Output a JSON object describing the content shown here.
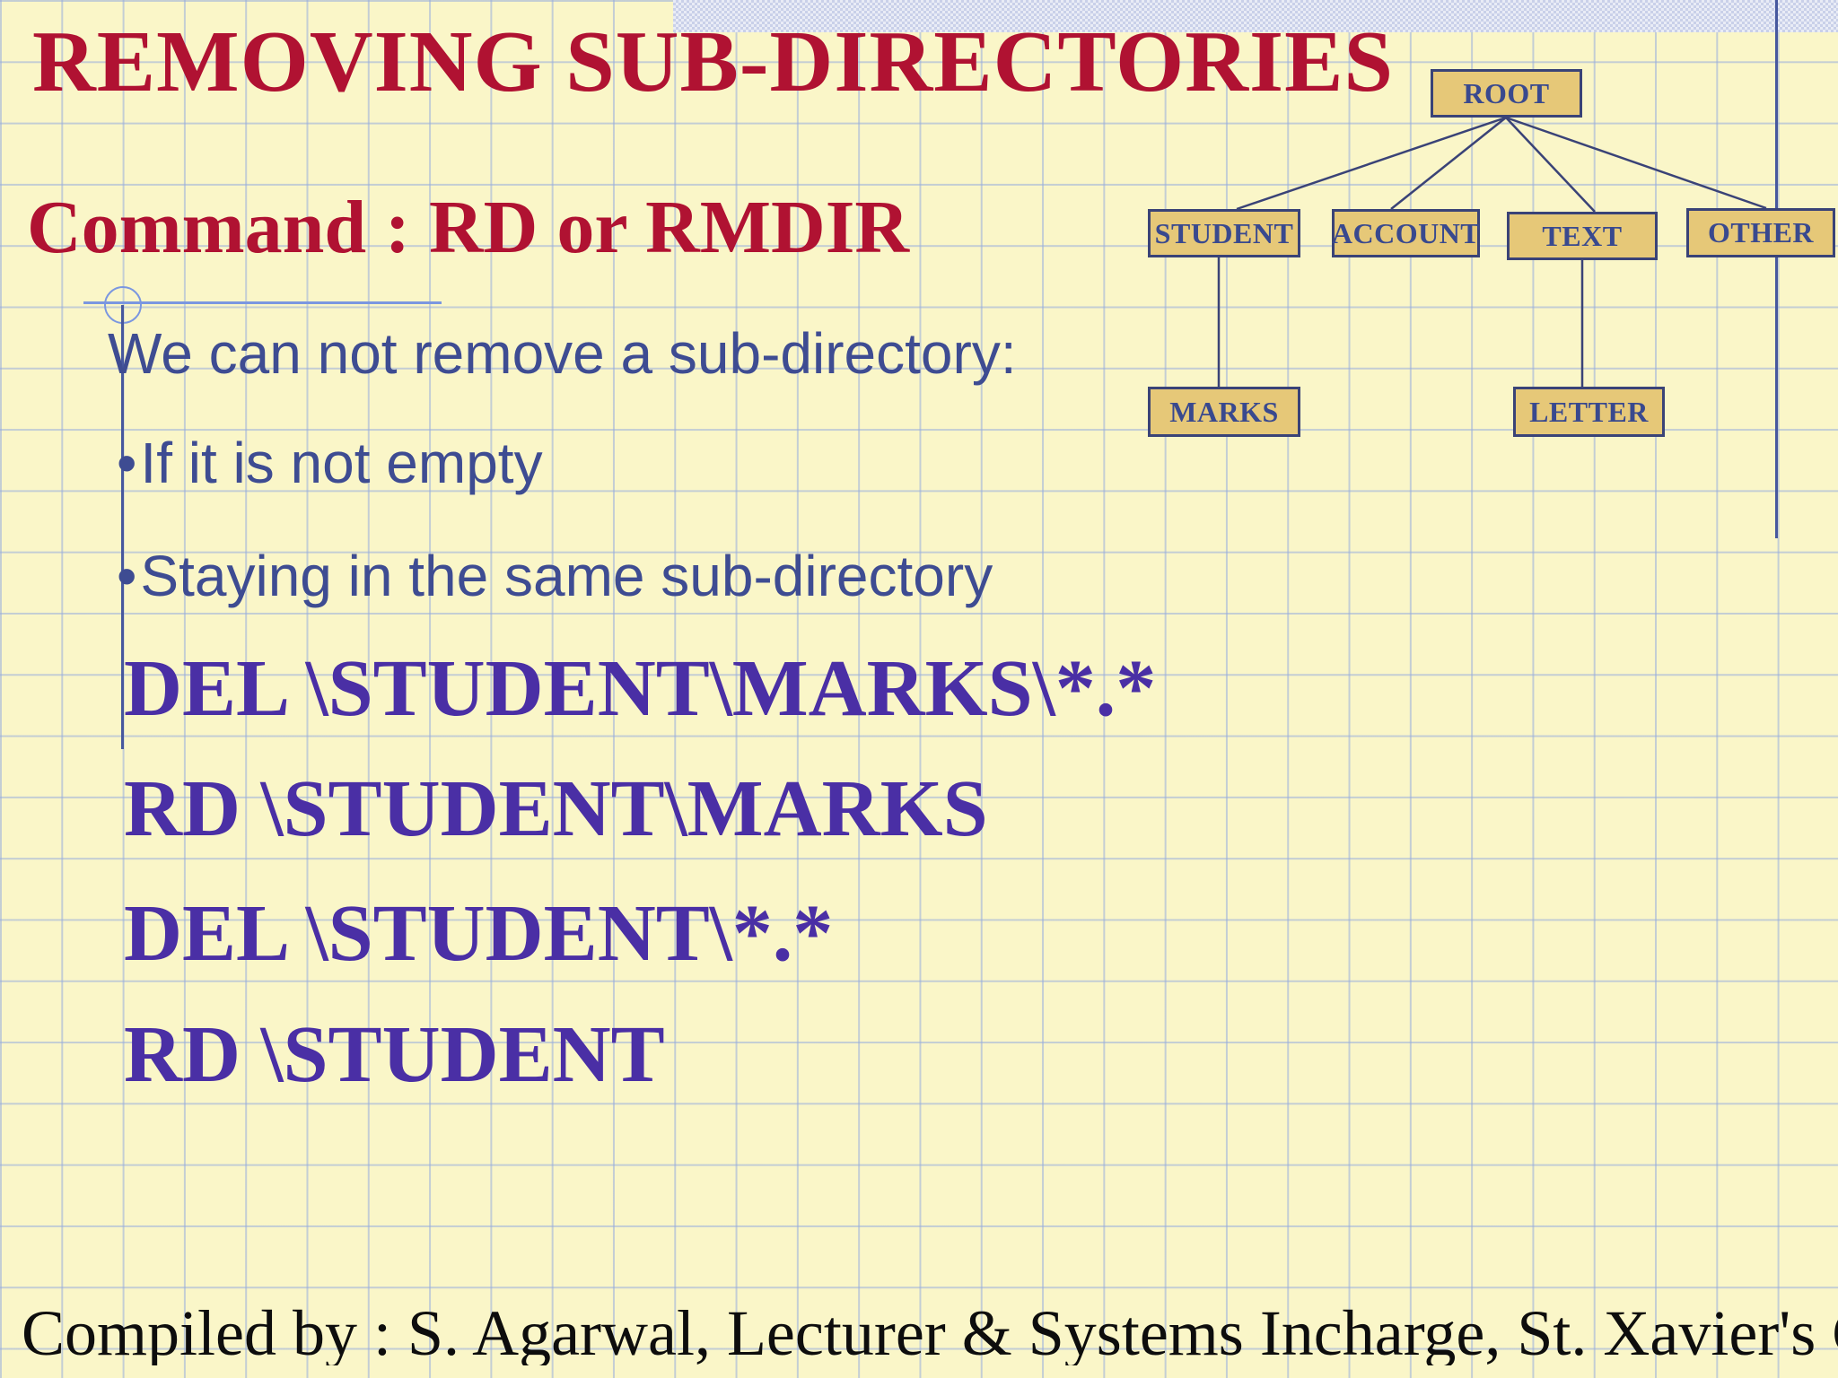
{
  "slide": {
    "title": "REMOVING SUB-DIRECTORIES",
    "subtitle": "Command : RD or RMDIR",
    "intro": "We can not remove a sub-directory:",
    "bullet_char": "•",
    "bullets": [
      "If it is not empty",
      "Staying in the same sub-directory"
    ],
    "commands": [
      "DEL \\STUDENT\\MARKS\\*.*",
      "RD \\STUDENT\\MARKS",
      "DEL \\STUDENT\\*.*",
      "RD \\STUDENT"
    ],
    "footer": "Compiled by : S. Agarwal, Lecturer & Systems Incharge, St. Xavier's Coll"
  },
  "tree": {
    "nodes": [
      {
        "id": "root",
        "label": "ROOT"
      },
      {
        "id": "student",
        "label": "STUDENT"
      },
      {
        "id": "account",
        "label": "ACCOUNT"
      },
      {
        "id": "text",
        "label": "TEXT"
      },
      {
        "id": "other",
        "label": "OTHER"
      },
      {
        "id": "marks",
        "label": "MARKS"
      },
      {
        "id": "letter",
        "label": "LETTER"
      }
    ],
    "edges": [
      [
        "root",
        "student"
      ],
      [
        "root",
        "account"
      ],
      [
        "root",
        "text"
      ],
      [
        "root",
        "other"
      ],
      [
        "student",
        "marks"
      ],
      [
        "text",
        "letter"
      ]
    ]
  },
  "colors": {
    "background": "#FAF6C8",
    "grid_line": "#96ACDE",
    "title_red": "#B01232",
    "body_blue": "#3E4C92",
    "command_purple": "#4A2FA5",
    "node_fill": "#E6C878",
    "node_border": "#3A4377",
    "guide_blue": "#47589E",
    "decor_blue": "#7B97E0",
    "footer_black": "#0d0d0d"
  }
}
